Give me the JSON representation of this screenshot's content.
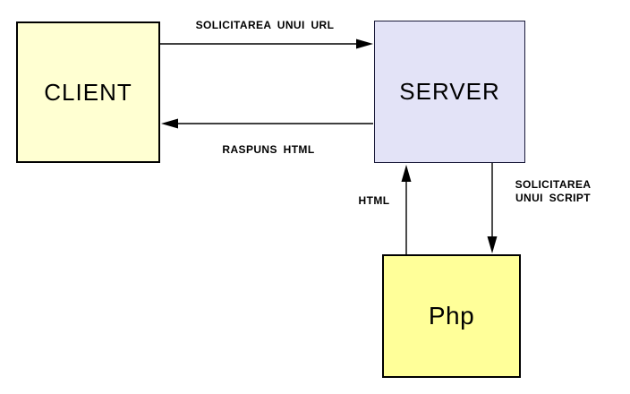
{
  "diagram": {
    "nodes": [
      {
        "id": "client",
        "label": "CLIENT",
        "fill": "#FFFFD2",
        "border": "#000000"
      },
      {
        "id": "server",
        "label": "SERVER",
        "fill": "#E3E3F7",
        "border": "#1A1A3A"
      },
      {
        "id": "php",
        "label": "Php",
        "fill": "#FFFF99",
        "border": "#000000"
      }
    ],
    "edges": [
      {
        "from": "client",
        "to": "server",
        "label": "SOLICITAREA UNUI URL",
        "direction": "right"
      },
      {
        "from": "server",
        "to": "client",
        "label": "RASPUNS HTML",
        "direction": "left"
      },
      {
        "from": "php",
        "to": "server",
        "label": "HTML",
        "direction": "up"
      },
      {
        "from": "server",
        "to": "php",
        "label": "SOLICITAREA UNUI SCRIPT",
        "label_line1": "SOLICITAREA",
        "label_line2": "UNUI SCRIPT",
        "direction": "down"
      }
    ],
    "colors": {
      "background": "#FFFFFF",
      "line": "#000000",
      "text": "#000000"
    }
  }
}
